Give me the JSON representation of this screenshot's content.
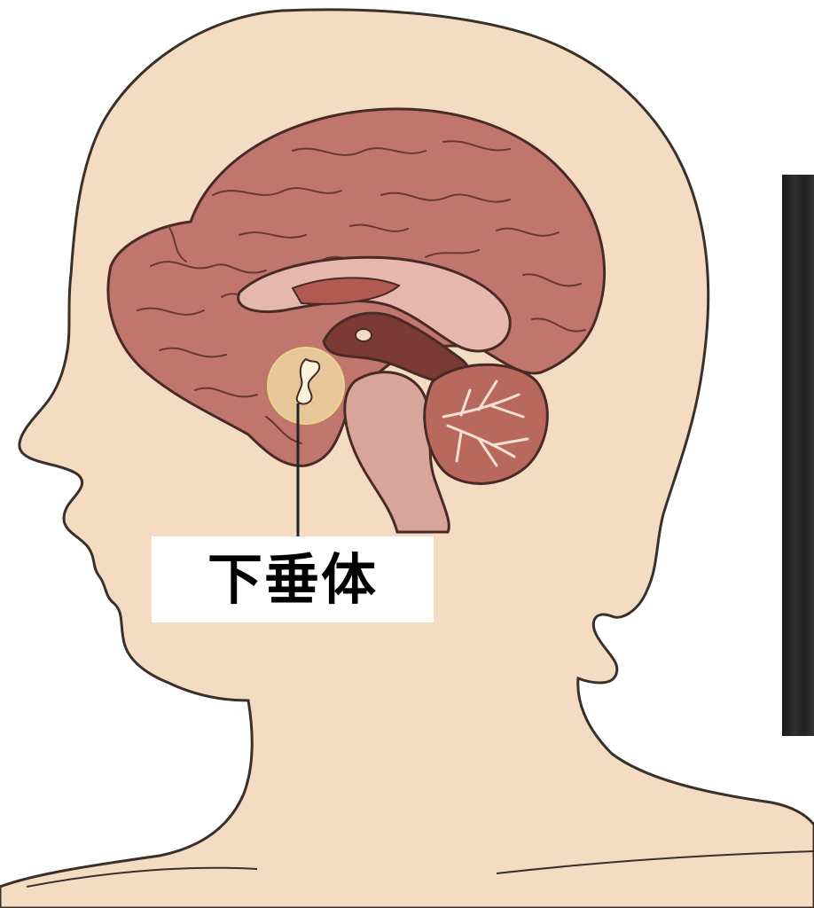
{
  "labels": {
    "pituitary": "下垂体"
  },
  "colors": {
    "skin": "#f3dcc2",
    "skin_outline": "#3a302a",
    "cerebrum": "#c0766c",
    "cerebrum_outline": "#4a2a26",
    "corpus_callosum": "#e6b7ae",
    "ventricle": "#7b3a34",
    "brainstem": "#d8a59b",
    "cerebellum": "#b9685e",
    "cerebellum_veins": "#f7e0d6",
    "highlight": "#f4e2a8",
    "pointer_line": "#222222",
    "side_panel": "#262626"
  },
  "icons": {
    "figure": "head-profile-silhouette",
    "organ": "brain-sagittal-section",
    "marker": "pituitary-highlight-circle"
  }
}
